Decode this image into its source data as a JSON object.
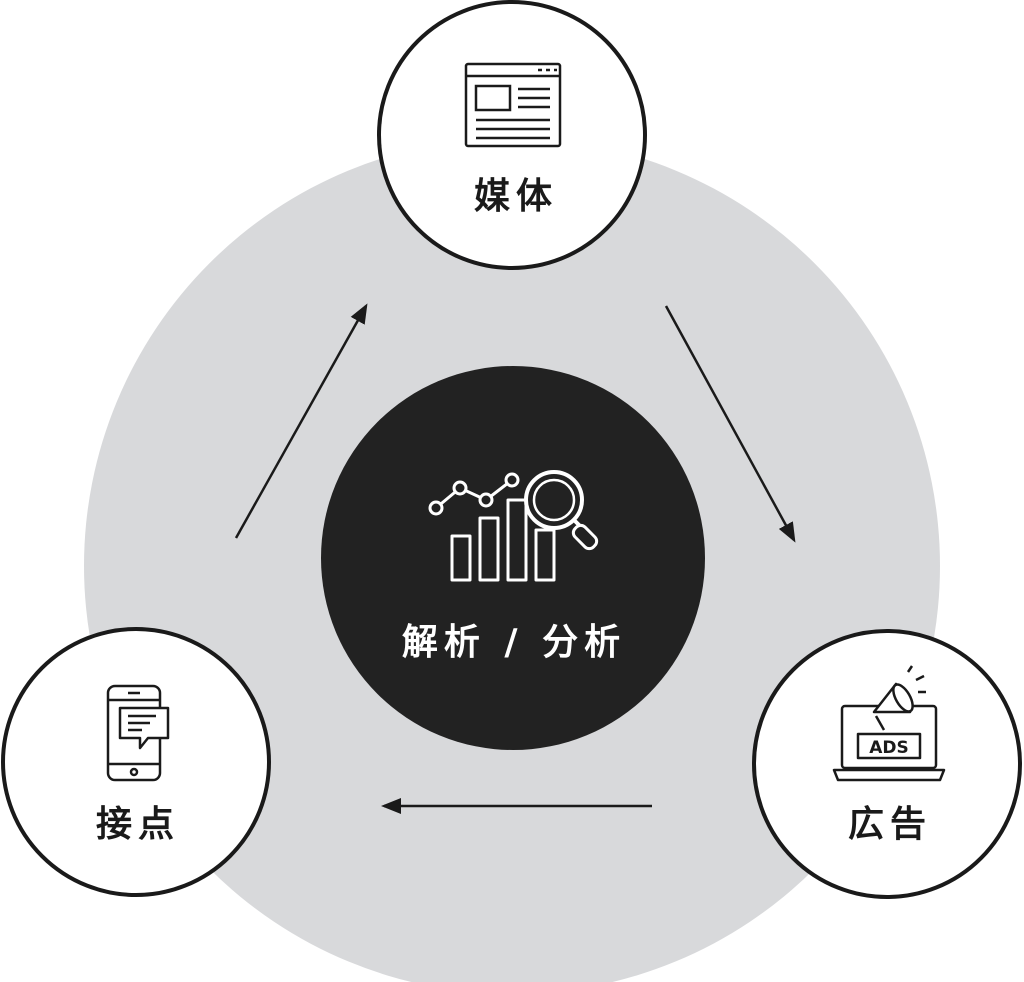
{
  "center": {
    "label": "解析 / 分析",
    "icon": "analytics-chart-magnifier-icon"
  },
  "nodes": [
    {
      "id": "media",
      "label": "媒体",
      "icon": "web-page-icon"
    },
    {
      "id": "ads",
      "label": "広告",
      "icon": "laptop-megaphone-ads-icon",
      "icon_text": "ADS"
    },
    {
      "id": "touchpoint",
      "label": "接点",
      "icon": "smartphone-chat-icon"
    }
  ],
  "colors": {
    "background_ring": "#d8d9db",
    "center_fill": "#222222",
    "node_fill": "#ffffff",
    "stroke": "#1a1a1a",
    "center_text": "#ffffff"
  },
  "flow": [
    "media",
    "ads",
    "touchpoint",
    "media"
  ]
}
